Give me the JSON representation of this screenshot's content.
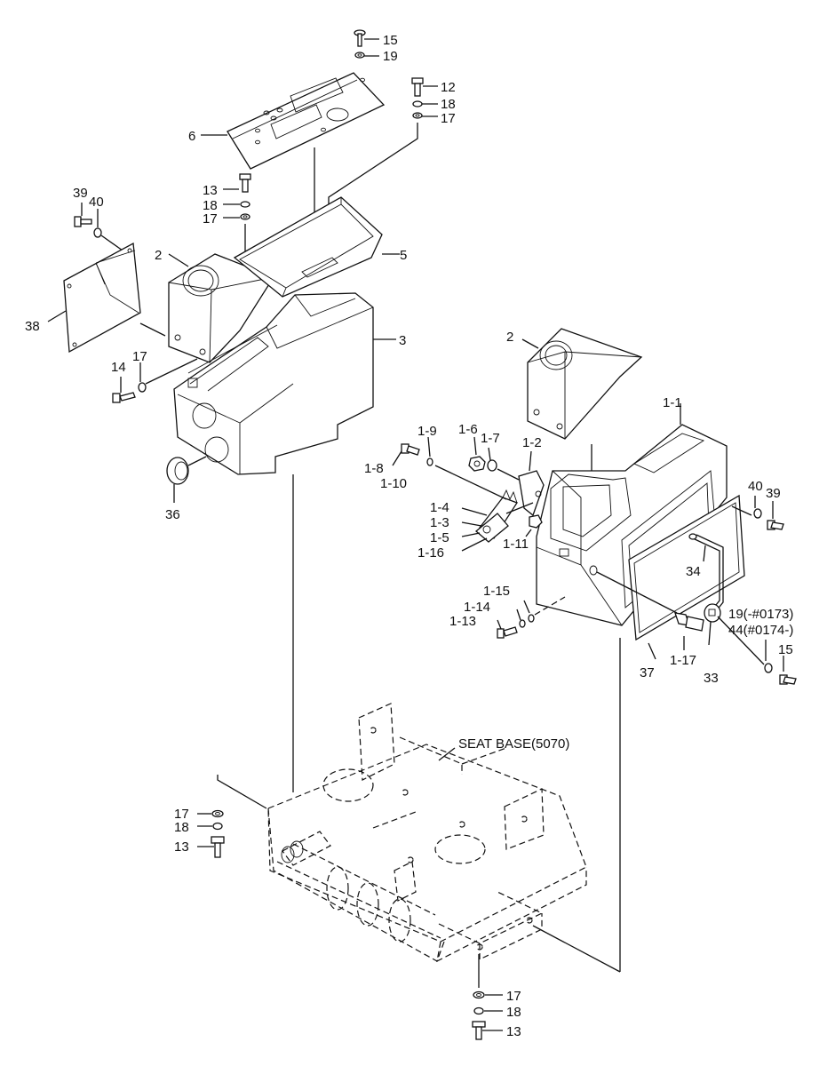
{
  "diagram": {
    "callouts": [
      {
        "id": "c15a",
        "text": "15"
      },
      {
        "id": "c19a",
        "text": "19"
      },
      {
        "id": "c12",
        "text": "12"
      },
      {
        "id": "c18a",
        "text": "18"
      },
      {
        "id": "c17a",
        "text": "17"
      },
      {
        "id": "c6",
        "text": "6"
      },
      {
        "id": "c13a",
        "text": "13"
      },
      {
        "id": "c18b",
        "text": "18"
      },
      {
        "id": "c17b",
        "text": "17"
      },
      {
        "id": "c39a",
        "text": "39"
      },
      {
        "id": "c40a",
        "text": "40"
      },
      {
        "id": "c2a",
        "text": "2"
      },
      {
        "id": "c5",
        "text": "5"
      },
      {
        "id": "c38",
        "text": "38"
      },
      {
        "id": "c3",
        "text": "3"
      },
      {
        "id": "c14",
        "text": "14"
      },
      {
        "id": "c17c",
        "text": "17"
      },
      {
        "id": "c36",
        "text": "36"
      },
      {
        "id": "c2b",
        "text": "2"
      },
      {
        "id": "c1_1",
        "text": "1-1"
      },
      {
        "id": "c1_9",
        "text": "1-9"
      },
      {
        "id": "c1_6",
        "text": "1-6"
      },
      {
        "id": "c1_7",
        "text": "1-7"
      },
      {
        "id": "c1_2",
        "text": "1-2"
      },
      {
        "id": "c1_8",
        "text": "1-8"
      },
      {
        "id": "c1_10",
        "text": "1-10"
      },
      {
        "id": "c1_4",
        "text": "1-4"
      },
      {
        "id": "c1_3",
        "text": "1-3"
      },
      {
        "id": "c1_5",
        "text": "1-5"
      },
      {
        "id": "c1_11",
        "text": "1-11"
      },
      {
        "id": "c1_16",
        "text": "1-16"
      },
      {
        "id": "c40b",
        "text": "40"
      },
      {
        "id": "c39b",
        "text": "39"
      },
      {
        "id": "c34",
        "text": "34"
      },
      {
        "id": "c1_15",
        "text": "1-15"
      },
      {
        "id": "c1_14",
        "text": "1-14"
      },
      {
        "id": "c1_13",
        "text": "1-13"
      },
      {
        "id": "c19b",
        "text": "19(-#0173)"
      },
      {
        "id": "c44",
        "text": "44(#0174-)"
      },
      {
        "id": "c15b",
        "text": "15"
      },
      {
        "id": "c37",
        "text": "37"
      },
      {
        "id": "c1_17",
        "text": "1-17"
      },
      {
        "id": "c33",
        "text": "33"
      },
      {
        "id": "cseat",
        "text": "SEAT BASE(5070)"
      },
      {
        "id": "c17d",
        "text": "17"
      },
      {
        "id": "c18c",
        "text": "18"
      },
      {
        "id": "c13b",
        "text": "13"
      },
      {
        "id": "c17e",
        "text": "17"
      },
      {
        "id": "c18d",
        "text": "18"
      },
      {
        "id": "c13c",
        "text": "13"
      }
    ]
  }
}
